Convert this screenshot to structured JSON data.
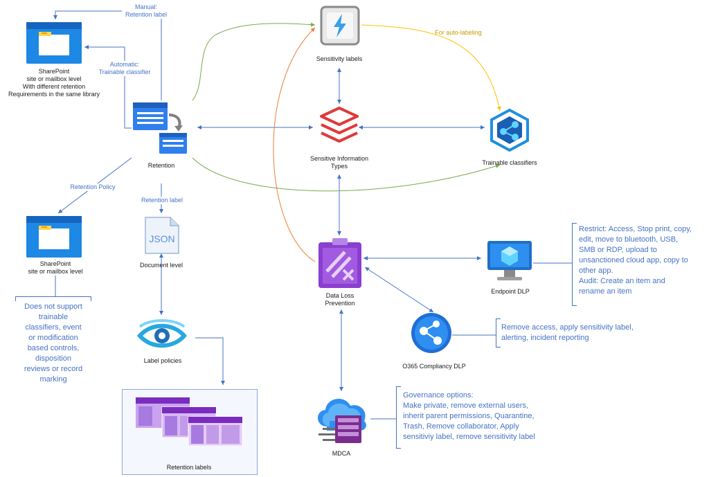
{
  "diagram": {
    "nodes": {
      "sharepoint_top": "SharePoint\nsite or mailbox level\nWith different retention\nRequirements in the same library",
      "retention": "Retention",
      "sharepoint_bottom": "SharePoint\nsite or mailbox level",
      "document": "Document level",
      "json_icon_text": "JSON",
      "label_policies": "Label policies",
      "retention_labels": "Retention labels",
      "sensitivity_labels": "Sensitivity labels",
      "sensitive_info_types": "Sensitive Information\nTypes",
      "trainable_classifiers": "Trainable classifiers",
      "dlp": "Data Loss\nPrevention",
      "endpoint_dlp": "Endpoint DLP",
      "o365_dlp": "O365 Compliancy DLP",
      "mdca": "MDCA"
    },
    "edge_labels": {
      "manual": "Manual:\nRetention label",
      "automatic": "Automatic:\nTrainable classifier",
      "retention_policy": "Retention Policy",
      "retention_label": "Retention label",
      "auto_labeling": "For auto-labeling"
    },
    "notes": {
      "sharepoint_limits": "Does not support\ntrainable\nclassifiers, event\nor modification\nbased controls,\ndisposition\nreviews or record\nmarking",
      "endpoint": "Restrict: Access, Stop print, copy,\nedit, move to bluetooth, USB,\nSMB or RDP, upload to\nunsanctioned cloud app, copy to\nother app.\nAudit: Create an item and\nrename an item",
      "o365": "Remove access, apply sensitivity label,\nalerting, incident reporting",
      "mdca": "Governance options:\nMake private, remove external users,\ninherit parent permissions, Quarantine,\nTrash, Remove collaborator, Apply\nsensitiviy label, remove sensitivity label"
    },
    "colors": {
      "blue_line": "#4472c4",
      "green_line": "#70ad47",
      "orange_line": "#ed7d31",
      "yellow_line": "#ffc000",
      "purple": "#8b3fd1"
    }
  }
}
